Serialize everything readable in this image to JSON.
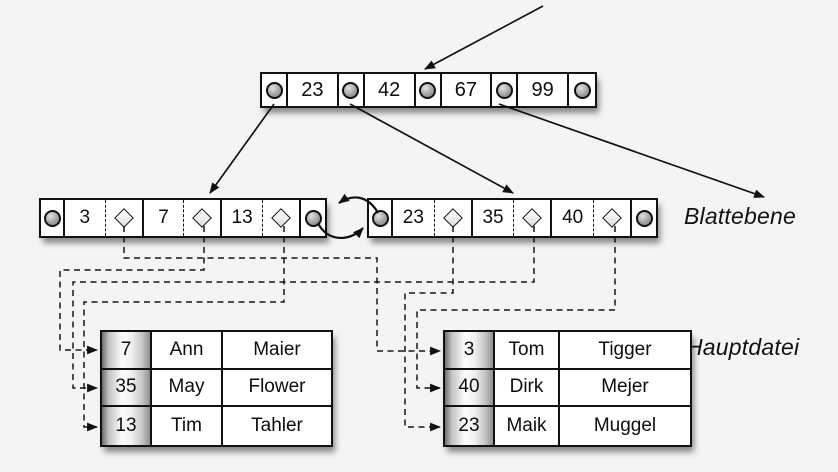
{
  "root_node": {
    "keys": [
      "23",
      "42",
      "67",
      "99"
    ]
  },
  "leaf_level": {
    "label": "Blattebene",
    "left_leaf": {
      "keys": [
        "3",
        "7",
        "13"
      ]
    },
    "right_leaf": {
      "keys": [
        "23",
        "35",
        "40"
      ]
    }
  },
  "main_file": {
    "label": "Hauptdatei",
    "left_table": {
      "rows": [
        [
          "7",
          "Ann",
          "Maier"
        ],
        [
          "35",
          "May",
          "Flower"
        ],
        [
          "13",
          "Tim",
          "Tahler"
        ]
      ]
    },
    "right_table": {
      "rows": [
        [
          "3",
          "Tom",
          "Tigger"
        ],
        [
          "40",
          "Dirk",
          "Mejer"
        ],
        [
          "23",
          "Maik",
          "Muggel"
        ]
      ]
    }
  },
  "record_pointer_links": [
    {
      "leaf_key": "3",
      "target_table": "right",
      "target_row_key": "3"
    },
    {
      "leaf_key": "7",
      "target_table": "left",
      "target_row_key": "7"
    },
    {
      "leaf_key": "13",
      "target_table": "left",
      "target_row_key": "13"
    },
    {
      "leaf_key": "23",
      "target_table": "right",
      "target_row_key": "23"
    },
    {
      "leaf_key": "35",
      "target_table": "left",
      "target_row_key": "35"
    },
    {
      "leaf_key": "40",
      "target_table": "right",
      "target_row_key": "40"
    }
  ],
  "icons": {
    "node_pointer": "pointer-circle-icon",
    "record_pointer": "diamond-icon",
    "arrowhead": "arrowhead-icon"
  },
  "colors": {
    "background": "#f4f4f4",
    "node_fill": "#ffffff",
    "line": "#111111",
    "key_column_gradient": [
      "#6d6d6d",
      "#fdfdfd",
      "#8f8f8f"
    ]
  }
}
